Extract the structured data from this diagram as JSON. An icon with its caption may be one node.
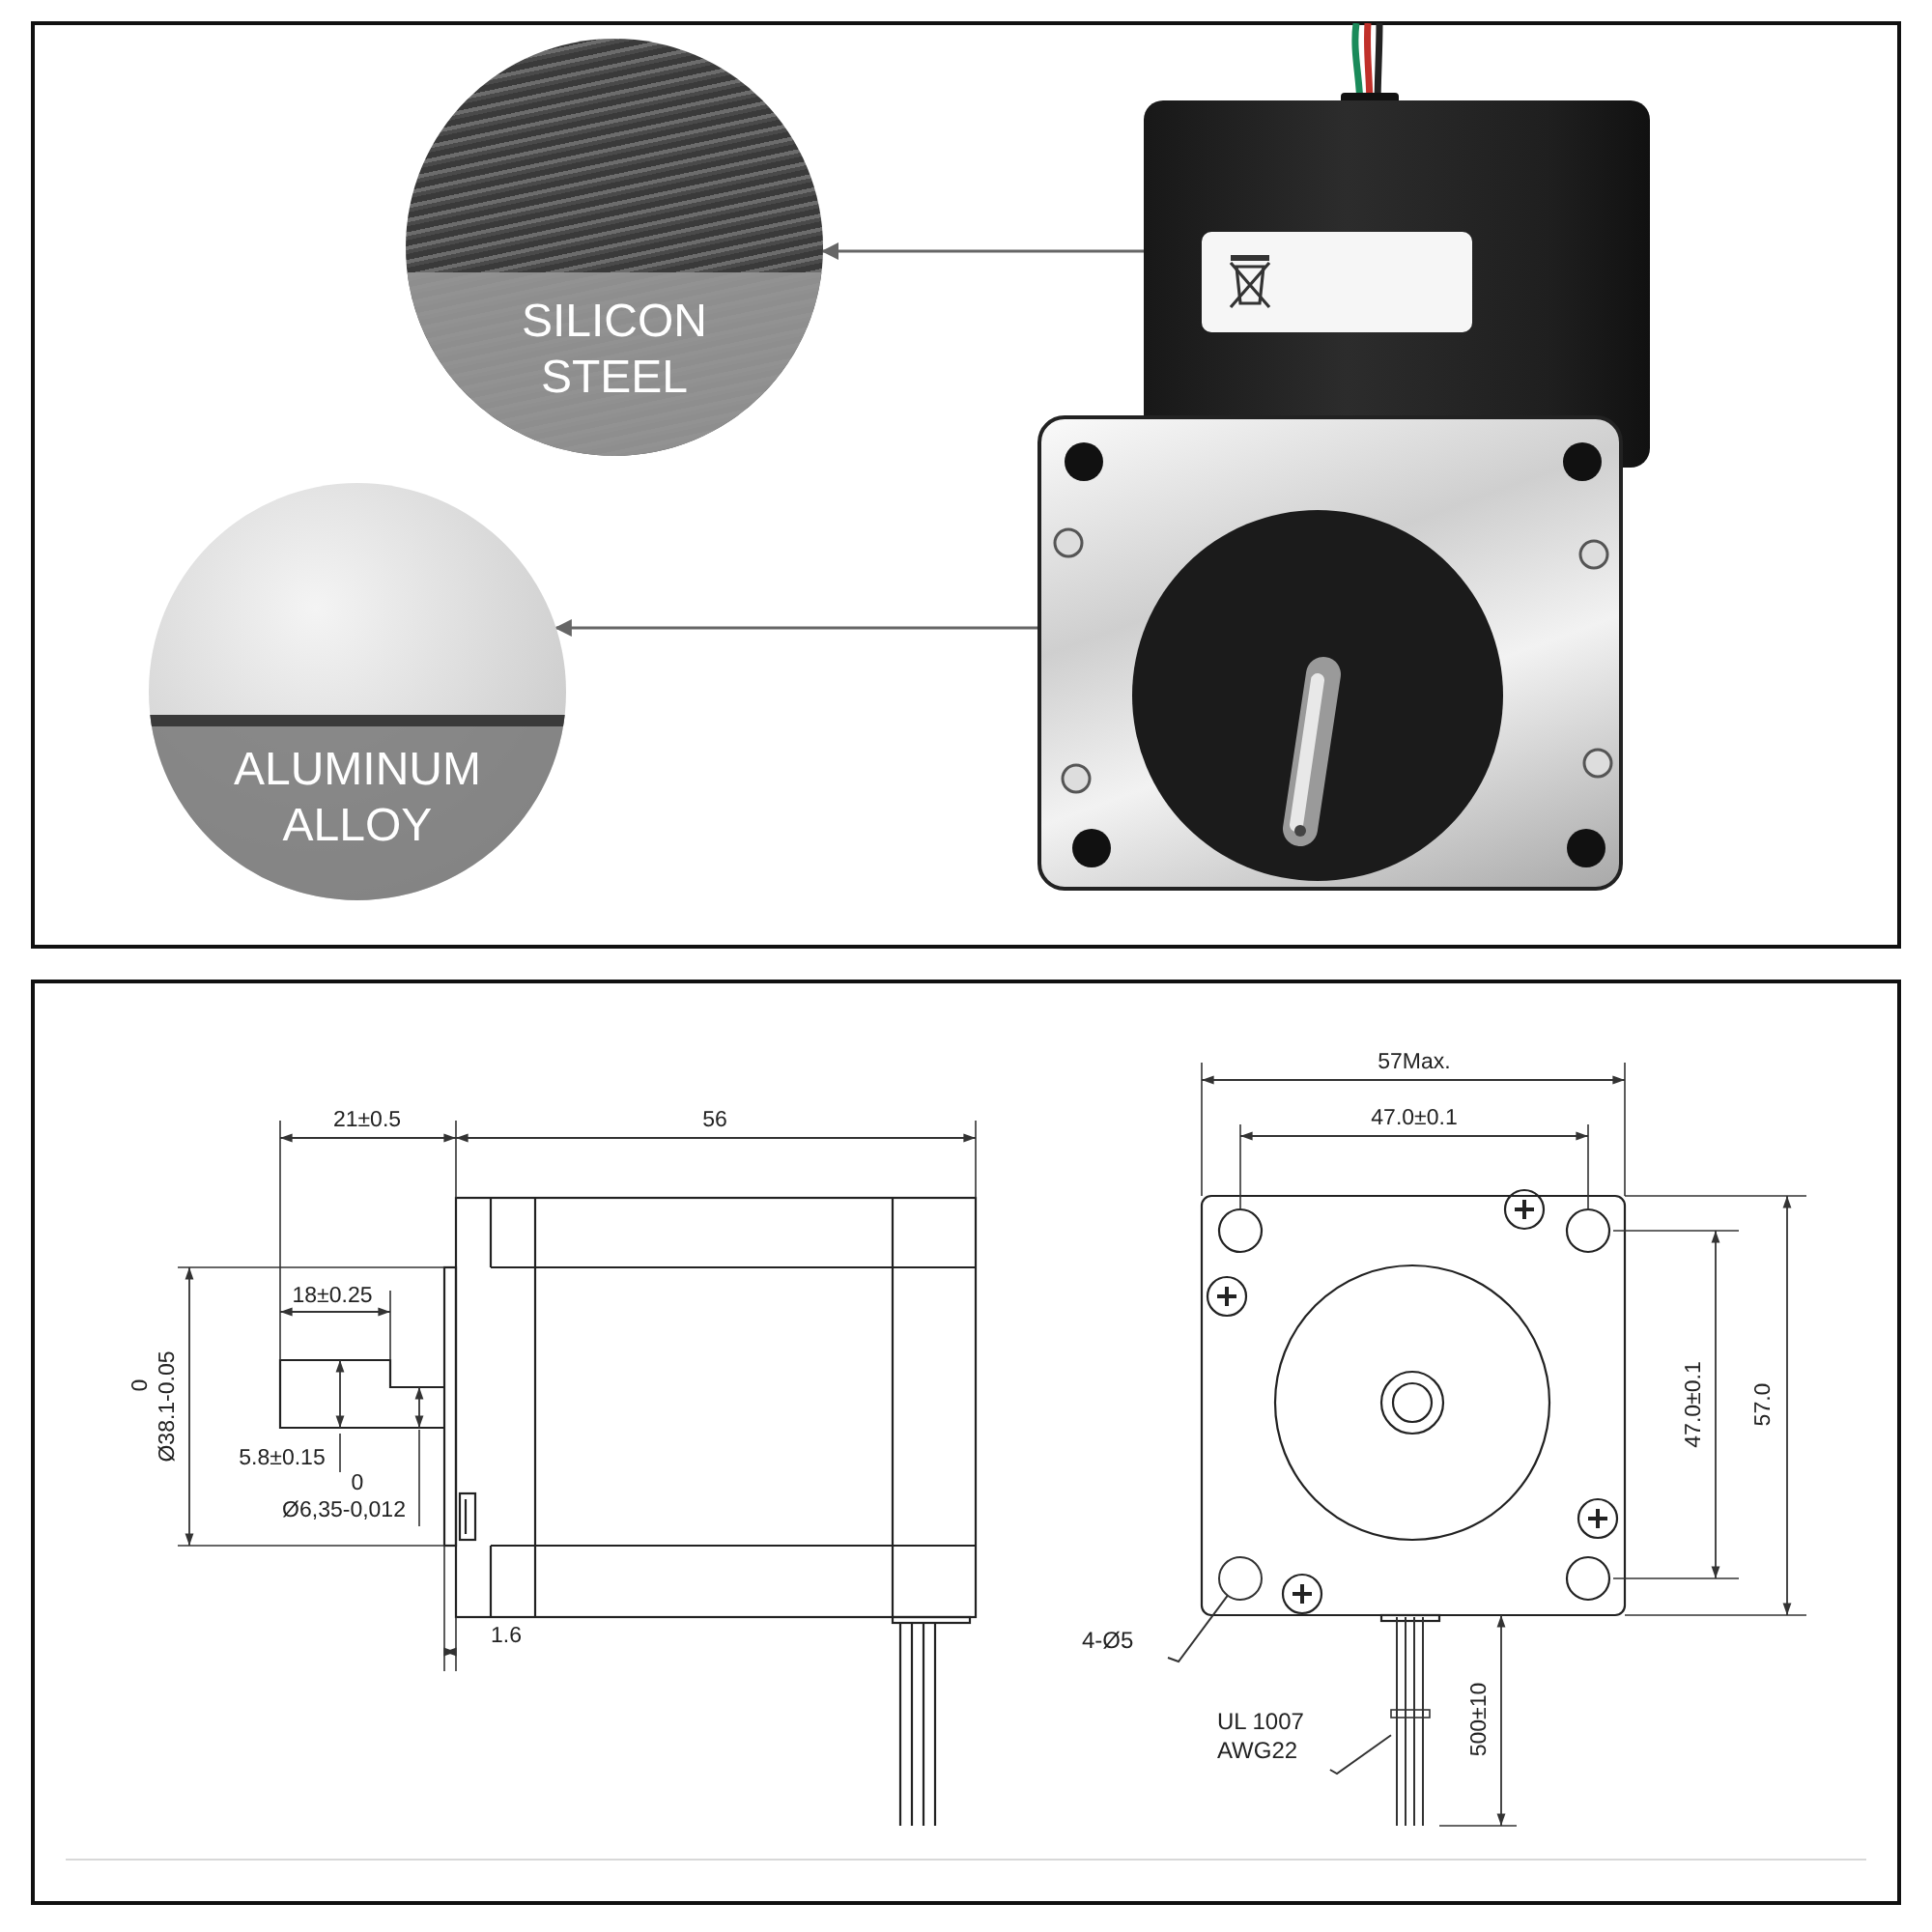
{
  "diagram": {
    "nodes": [
      {
        "text": [
          "SILICON STEEL"
        ]
      },
      {
        "text": [
          "ALUMINUM ALLOY"
        ]
      },
      {
        "text": [],
        "shape": "picture"
      },
      {
        "text": [],
        "shape": "picture"
      },
      {
        "text": [
          "4-Ø5"
        ]
      },
      {
        "text": [],
        "shape": "circle"
      },
      {
        "text": [
          "UL 1007 AWG22"
        ]
      },
      {
        "text": [],
        "shape": "bar"
      }
    ],
    "edges": [
      {
        "from": 2,
        "to": 0,
        "arrow": "to"
      },
      {
        "from": 3,
        "to": 1,
        "arrow": "to"
      },
      {
        "from": 4,
        "to": 5,
        "arrow": "none"
      },
      {
        "from": 6,
        "to": 7,
        "arrow": "none"
      }
    ],
    "labels": [
      "21±0.5",
      "56",
      "57Max.",
      "47.0±0.1",
      "18±0.25",
      "0",
      "Ø38.1-0.05",
      "47.0±0.1",
      "57.0",
      "5.8±0.15",
      "0",
      "Ø6,35-0,012",
      "1.6",
      "500±10"
    ]
  }
}
